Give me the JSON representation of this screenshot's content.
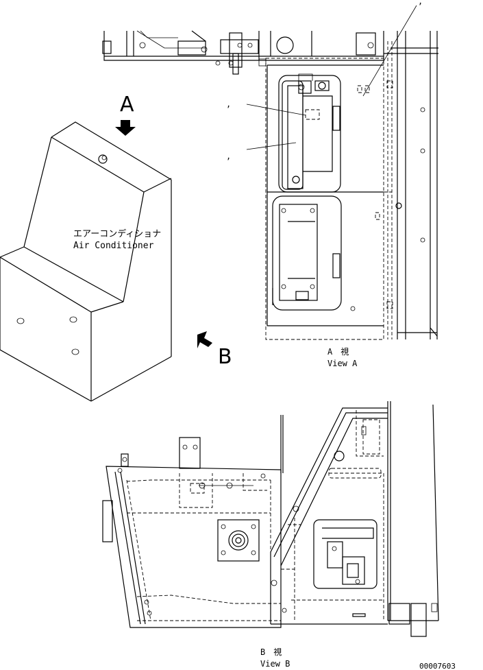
{
  "labels": {
    "view_a_letter": "A",
    "view_b_letter": "B",
    "air_conditioner_jp": "エアーコンディショナ",
    "air_conditioner_en": "Air Conditioner",
    "view_a_jp": "A　視",
    "view_a_en": "View A",
    "view_b_jp": "B　視",
    "view_b_en": "View B",
    "drawing_number": "00007603",
    "callout_mark_1": ",",
    "callout_mark_2": ",",
    "callout_mark_3": ","
  }
}
